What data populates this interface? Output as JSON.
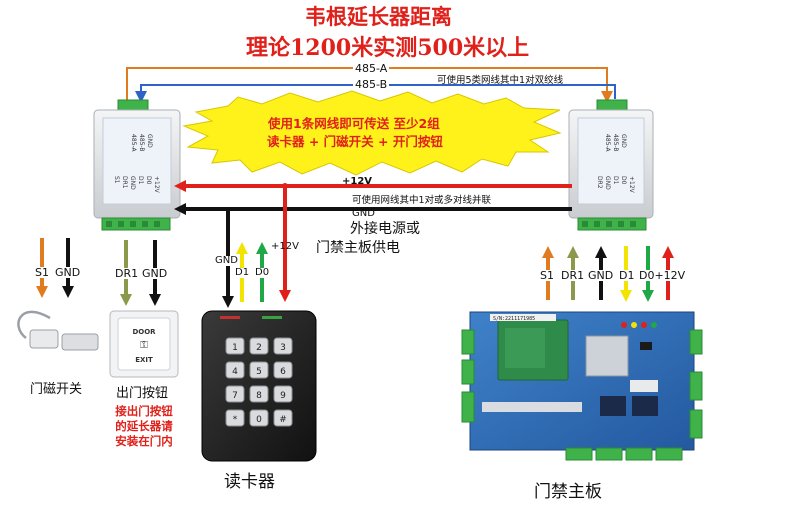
{
  "title_line1": "韦根延长器距离",
  "title_line2": "理论1200米实测500米以上",
  "bus_labels": {
    "a": "485-A",
    "b": "485-B",
    "cable_note": "可使用5类网线其中1对双绞线"
  },
  "burst_text": {
    "line1": "使用1条网线即可传送  至少2组",
    "line2": "读卡器 + 门磁开关 + 开门按钮"
  },
  "power_labels": {
    "v12": "+12V",
    "gnd": "GND",
    "parallel_note": "可使用网线其中1对或多对线并联",
    "supply_line1": "外接电源或",
    "supply_line2": "门禁主板供电"
  },
  "extender_labels": [
    "GND",
    "485-B",
    "485-A",
    "+12V",
    "D0",
    "D1",
    "GND",
    "DR1",
    "GND",
    "S1",
    "DR2"
  ],
  "signal_labels": {
    "s1": "S1",
    "gnd": "GND",
    "dr1": "DR1",
    "d1": "D1",
    "d0": "D0",
    "v12": "+12V",
    "d0v12": "D0+12V"
  },
  "devices": {
    "door_sensor": "门磁开关",
    "exit_button": "出门按钮",
    "exit_note": "接出门按钮的延长器请安装在门内",
    "reader": "读卡器",
    "controller": "门禁主板"
  },
  "exit_button_face": {
    "top": "DOOR",
    "bottom": "EXIT"
  },
  "keypad": [
    "1",
    "2",
    "3",
    "4",
    "5",
    "6",
    "7",
    "8",
    "9",
    "*",
    "0",
    "#"
  ],
  "board_sticker": "S/N:2211171985",
  "colors": {
    "title_red": "#e0201a",
    "bus_orange": "#e07b20",
    "bus_blue": "#2e62c8",
    "power_red": "#e0201a",
    "gnd_black": "#111111",
    "burst_yellow": "#fff21a",
    "sig_orange": "#e07b20",
    "sig_olive": "#8a9a4a",
    "sig_yellow": "#f2e400",
    "sig_green": "#1fa845",
    "board_blue": "#2f6fb8",
    "board_green": "#2f8b4a",
    "terminal_green": "#3fb24a"
  }
}
